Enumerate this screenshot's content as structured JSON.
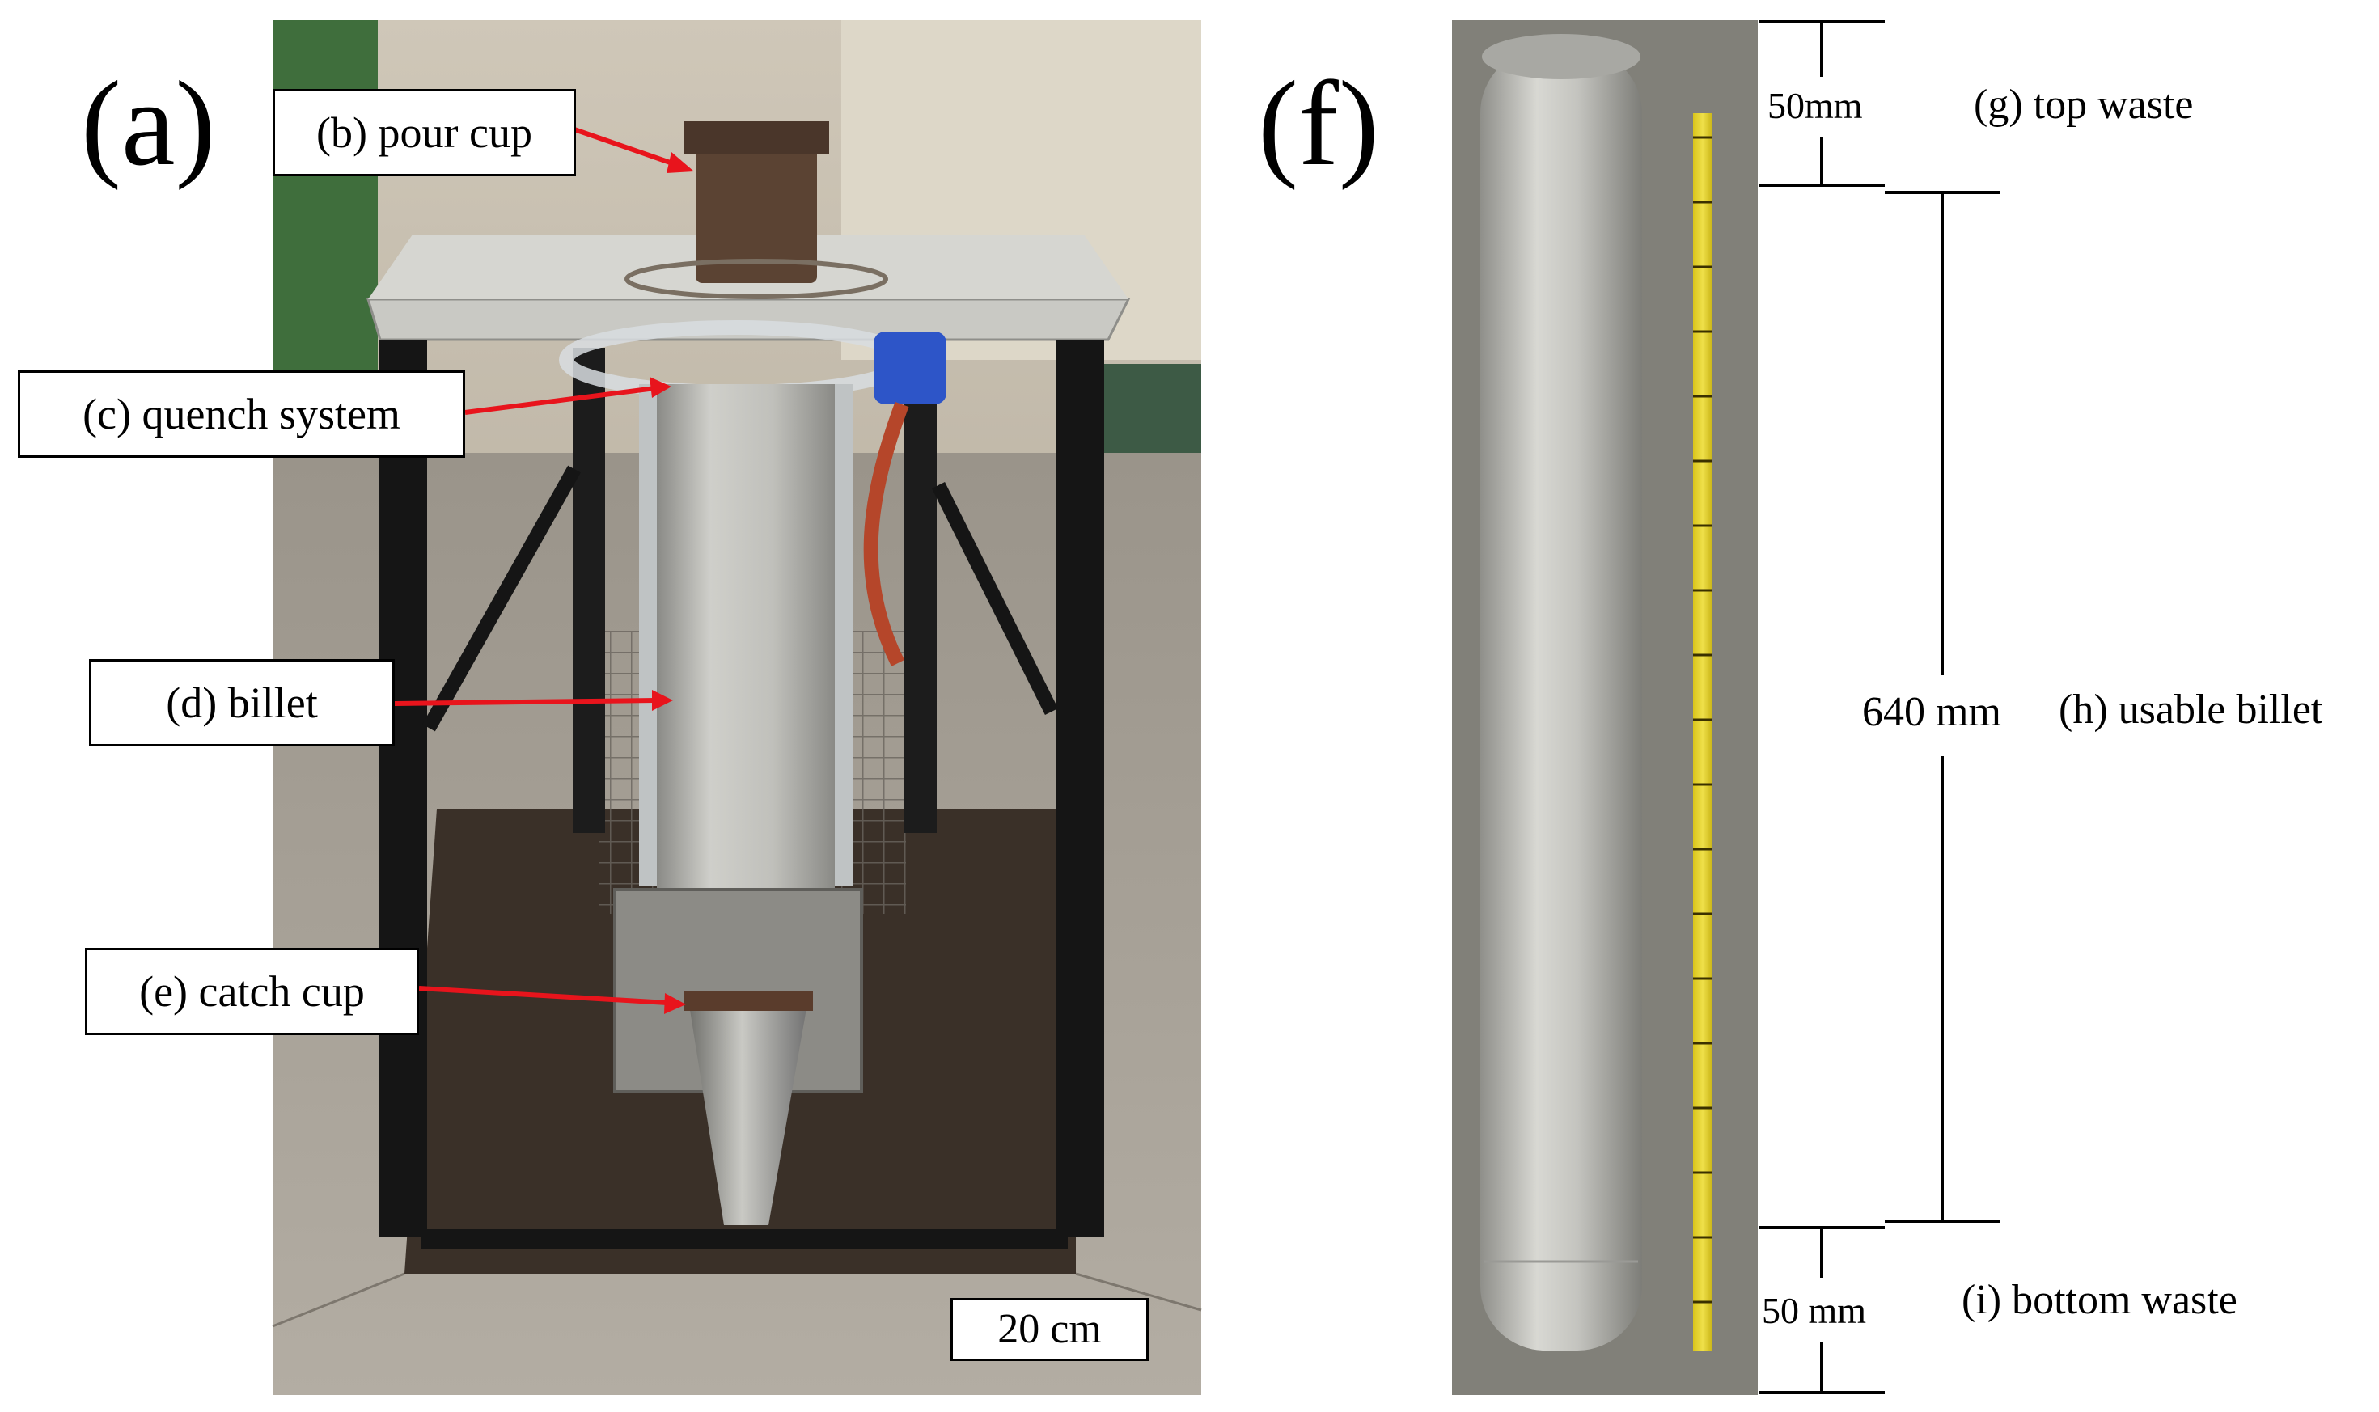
{
  "panel_a": {
    "letter": "(a)",
    "callouts": {
      "pour_cup": "(b) pour cup",
      "quench_system": "(c) quench system",
      "billet": "(d) billet",
      "catch_cup": "(e) catch cup"
    },
    "scale_bar": "20 cm"
  },
  "panel_f": {
    "letter": "(f)",
    "dimensions": {
      "top": "50mm",
      "middle": "640 mm",
      "bottom": "50 mm"
    },
    "labels": {
      "top_waste": "(g) top waste",
      "usable_billet": "(h) usable billet",
      "bottom_waste": "(i) bottom waste"
    }
  },
  "colors": {
    "arrow": "#e8141c",
    "tape_yellow": "#e8d51f",
    "billet_gray": "#b9b9b4",
    "floor_concrete": "#8f8a82",
    "frame_black": "#151515"
  }
}
